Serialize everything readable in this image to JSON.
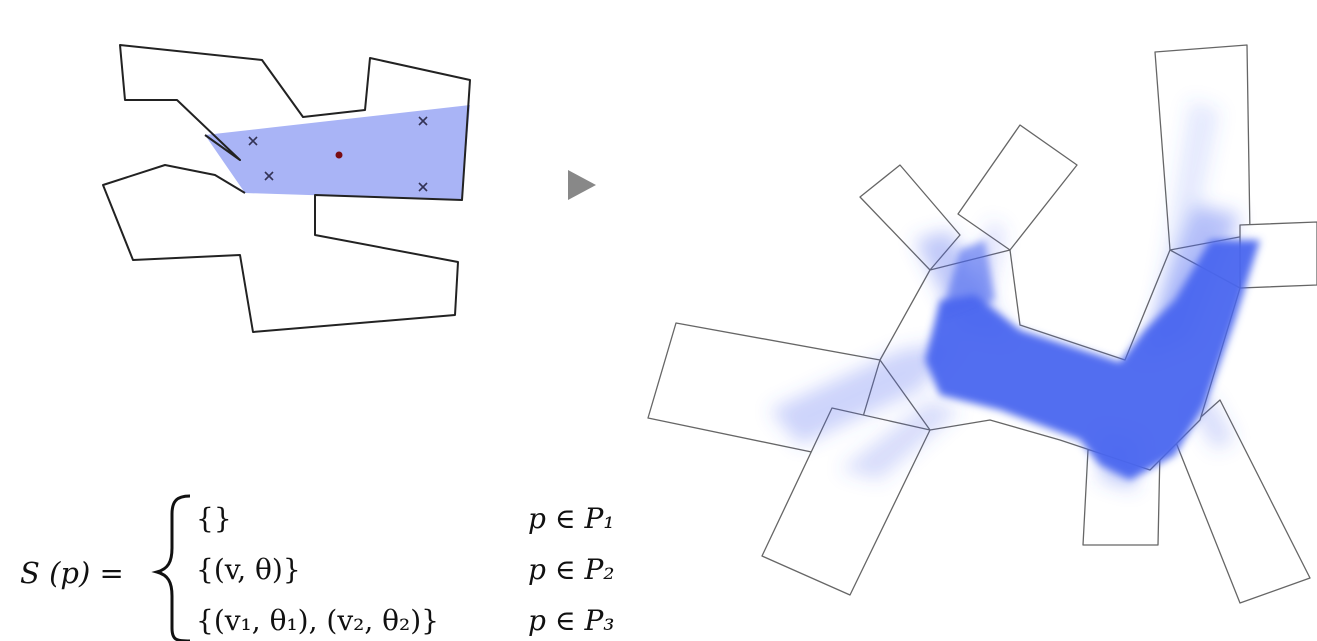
{
  "equation": {
    "lhs": "S (p) =",
    "cases": [
      {
        "value": "{}",
        "condition": "p ∈ P₁"
      },
      {
        "value": "{(v, θ)}",
        "condition": "p ∈ P₂"
      },
      {
        "value": "{(v₁, θ₁), (v₂, θ₂)}",
        "condition": "p ∈ P₃"
      }
    ]
  },
  "colors": {
    "visibility_fill": "#a9b4f6",
    "swept_blue": "#4a65ef",
    "outline": "#222222",
    "arrow": "#888888",
    "point": "#7a0c12"
  },
  "icons": {
    "arrow": "play-triangle-icon",
    "sample": "cross-marker-icon"
  }
}
